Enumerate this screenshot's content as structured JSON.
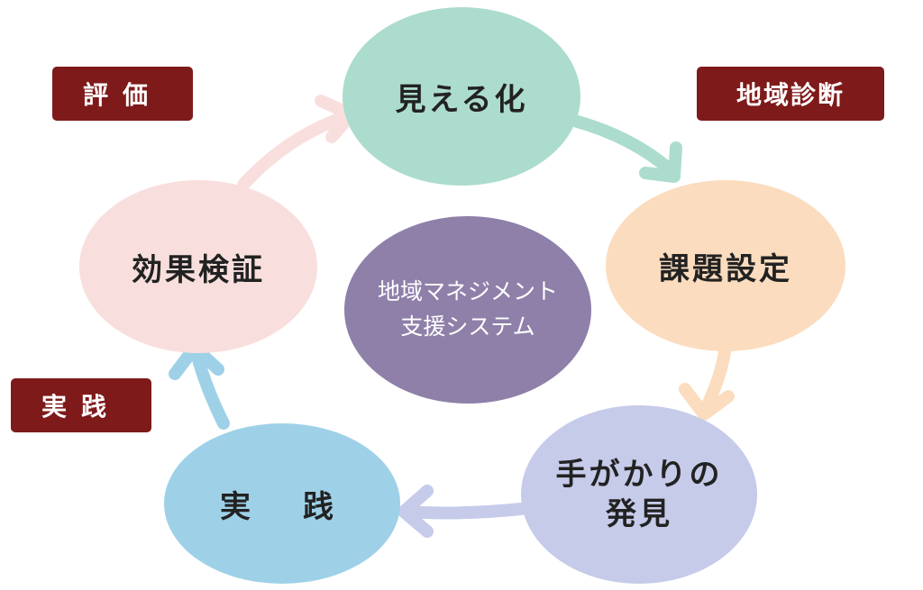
{
  "cycle": {
    "center": "地域マネジメント\n支援システム",
    "visualization": "見える化",
    "issue_setting": "課題設定",
    "clue_discovery": "手がかりの\n発見",
    "practice": "実　践",
    "verification": "効果検証"
  },
  "tags": {
    "evaluation": "評価",
    "regional_diagnosis": "地域診断",
    "practice": "実践"
  },
  "colors": {
    "visualization": "#acdcce",
    "issue_setting": "#fbdcbe",
    "clue_discovery": "#c6cbea",
    "practice": "#9ed1e8",
    "verification": "#f8dfdd",
    "center": "#8e80a9",
    "tag": "#7e1a1a"
  }
}
